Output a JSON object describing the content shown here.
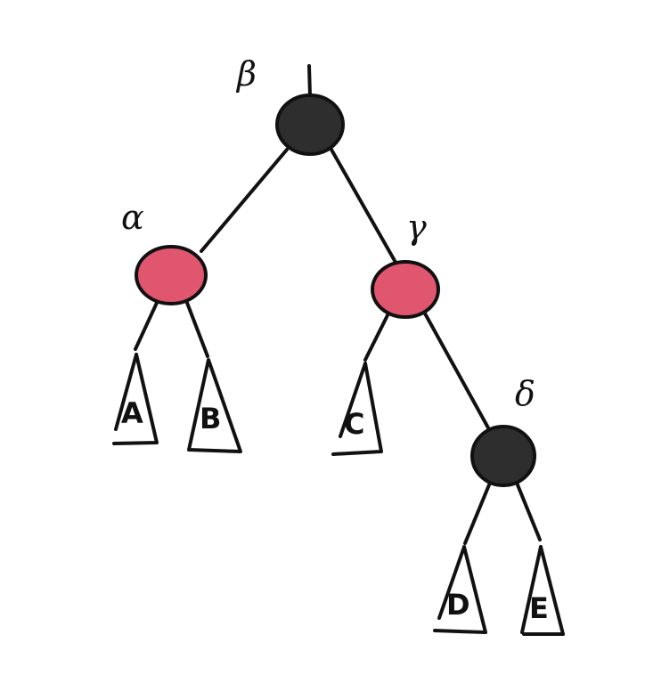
{
  "colors": {
    "black_node": "#2e2e2e",
    "red_node": "#e0566e",
    "ink": "#111111"
  },
  "nodes": [
    {
      "id": "beta",
      "label": "β",
      "color": "black"
    },
    {
      "id": "alpha",
      "label": "α",
      "color": "red"
    },
    {
      "id": "gamma",
      "label": "γ",
      "color": "red"
    },
    {
      "id": "delta",
      "label": "δ",
      "color": "black"
    }
  ],
  "subtrees": [
    {
      "id": "A",
      "label": "A"
    },
    {
      "id": "B",
      "label": "B"
    },
    {
      "id": "C",
      "label": "C"
    },
    {
      "id": "D",
      "label": "D"
    },
    {
      "id": "E",
      "label": "E"
    }
  ]
}
